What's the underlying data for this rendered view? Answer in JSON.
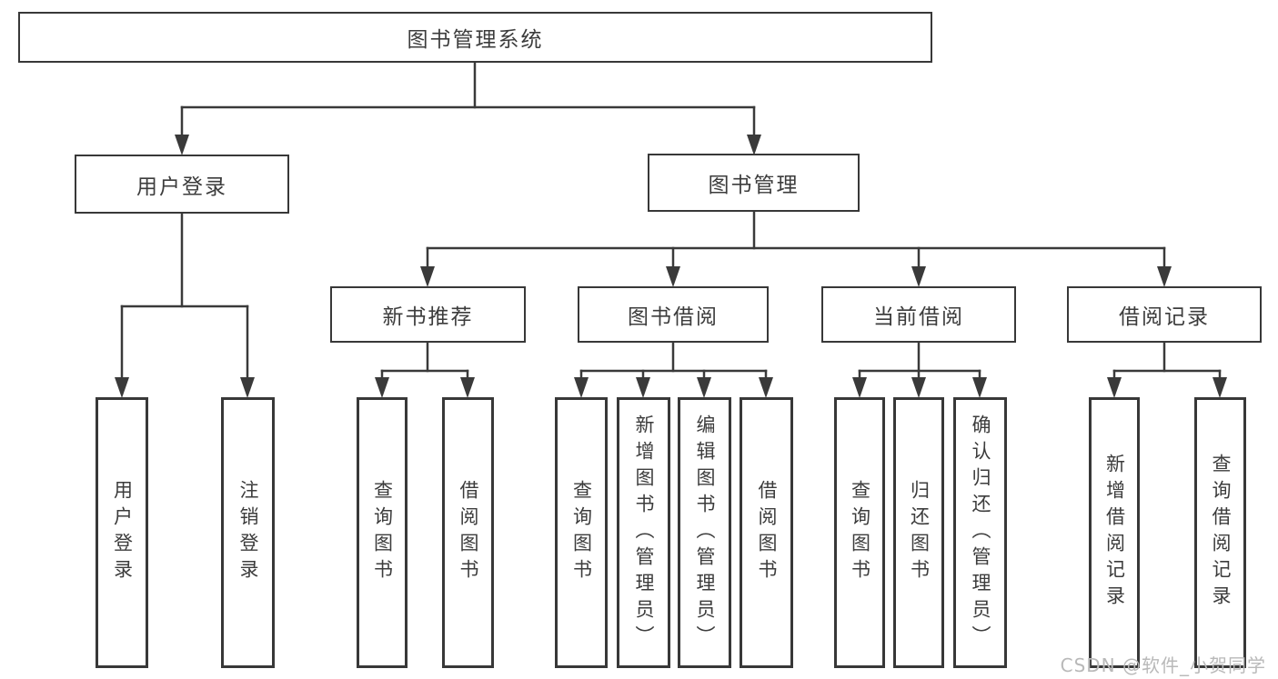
{
  "diagram": {
    "root": {
      "label": "图书管理系统"
    },
    "branches": [
      {
        "label": "用户登录",
        "children": [
          {
            "label": "用户登录"
          },
          {
            "label": "注销登录"
          }
        ]
      },
      {
        "label": "图书管理",
        "children": [
          {
            "label": "新书推荐",
            "children": [
              {
                "label": "查询图书"
              },
              {
                "label": "借阅图书"
              }
            ]
          },
          {
            "label": "图书借阅",
            "children": [
              {
                "label": "查询图书"
              },
              {
                "label": "新增图书（管理员）"
              },
              {
                "label": "编辑图书（管理员）"
              },
              {
                "label": "借阅图书"
              }
            ]
          },
          {
            "label": "当前借阅",
            "children": [
              {
                "label": "查询图书"
              },
              {
                "label": "归还图书"
              },
              {
                "label": "确认归还（管理员）"
              }
            ]
          },
          {
            "label": "借阅记录",
            "children": [
              {
                "label": "新增借阅记录"
              },
              {
                "label": "查询借阅记录"
              }
            ]
          }
        ]
      }
    ],
    "line_color": "#3a3a3a",
    "text_color": "#3c3c3c",
    "background": "#ffffff"
  },
  "watermark": {
    "text": "CSDN @软件_小贺同学",
    "color": "#b9b9b9"
  }
}
